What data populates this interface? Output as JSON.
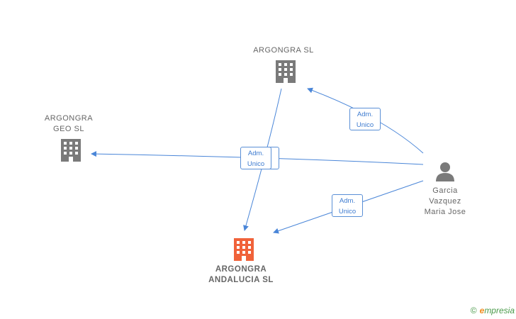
{
  "nodes": {
    "argongra_sl": {
      "name": "ARGONGRA SL",
      "type": "company"
    },
    "argongra_geo": {
      "name_line1": "ARGONGRA",
      "name_line2": "GEO SL",
      "type": "company"
    },
    "argongra_andalucia": {
      "name_line1": "ARGONGRA",
      "name_line2": "ANDALUCIA SL",
      "type": "company",
      "highlight": true
    },
    "person": {
      "name_line1": "Garcia",
      "name_line2": "Vazquez",
      "name_line3": "Maria Jose",
      "type": "person"
    }
  },
  "edges": [
    {
      "from": "person",
      "to": "argongra_sl",
      "label_line1": "Adm.",
      "label_line2": "Unico"
    },
    {
      "from": "person",
      "to": "argongra_geo",
      "label_line1": "Adm.",
      "label_line2": "Unico"
    },
    {
      "from": "person",
      "to": "argongra_andalucia",
      "label_line1": "Adm.",
      "label_line2": "Unico"
    },
    {
      "from": "argongra_sl",
      "to": "argongra_andalucia",
      "label_line1": "Adm.",
      "label_line2": "Unico"
    }
  ],
  "colors": {
    "edge": "#4a86d8",
    "company": "#7a7a7a",
    "focus_company": "#f0623a",
    "person": "#7a7a7a"
  },
  "brand": {
    "copyright_symbol": "©",
    "initial": "e",
    "rest": "mpresia"
  }
}
